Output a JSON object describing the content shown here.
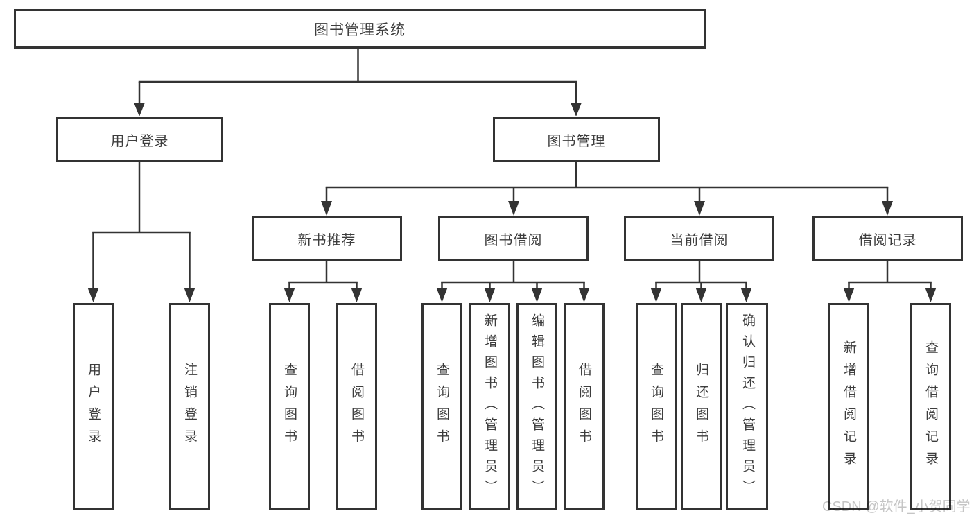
{
  "diagram": {
    "root": "图书管理系统",
    "user_login": {
      "label": "用户登录",
      "children": [
        "用户登录",
        "注销登录"
      ]
    },
    "book_management": {
      "label": "图书管理",
      "new_book": {
        "label": "新书推荐",
        "children": [
          "查询图书",
          "借阅图书"
        ]
      },
      "borrow": {
        "label": "图书借阅",
        "children": [
          "查询图书",
          "新增图书（管理员）",
          "编辑图书（管理员）",
          "借阅图书"
        ]
      },
      "current": {
        "label": "当前借阅",
        "children": [
          "查询图书",
          "归还图书",
          "确认归还（管理员）"
        ]
      },
      "records": {
        "label": "借阅记录",
        "children": [
          "新增借阅记录",
          "查询借阅记录"
        ]
      }
    }
  },
  "watermark": "CSDN @软件_小贺同学",
  "colors": {
    "line": "#333333",
    "text": "#3d3d3d",
    "box_background": "#ffffff",
    "watermark": "#c5c5c5"
  }
}
